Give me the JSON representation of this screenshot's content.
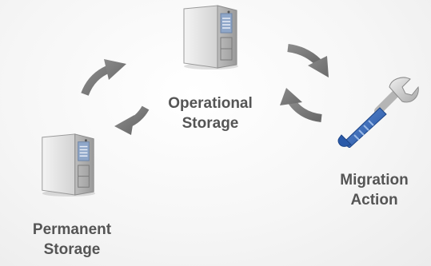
{
  "diagram": {
    "operational": {
      "line1": "Operational",
      "line2": "Storage"
    },
    "migration": {
      "line1": "Migration",
      "line2": "Action"
    },
    "permanent": {
      "line1": "Permanent",
      "line2": "Storage"
    }
  },
  "icons": {
    "server": "server-icon",
    "wrench": "wrench-icon",
    "arrow": "curved-arrow-icon"
  },
  "colors": {
    "arrow": "#777777",
    "label": "#555555",
    "wrench_handle": "#2e63b8",
    "server_body": "#e6e6e6"
  }
}
